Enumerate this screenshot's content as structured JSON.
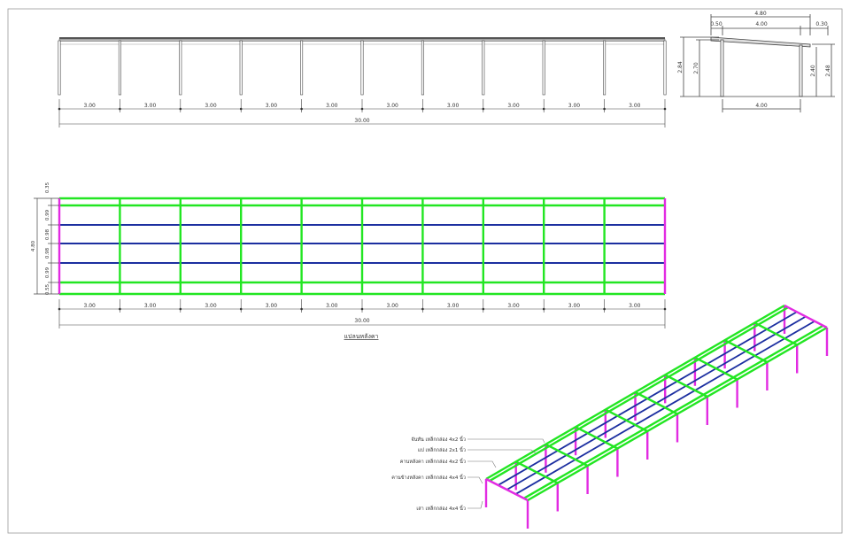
{
  "colors": {
    "purlin_green": "#22e622",
    "rafter_blue": "#1c2fa0",
    "post_magenta": "#e22be2",
    "line_black": "#333333"
  },
  "elevation": {
    "span_labels": [
      "3.00",
      "3.00",
      "3.00",
      "3.00",
      "3.00",
      "3.00",
      "3.00",
      "3.00",
      "3.00",
      "3.00"
    ],
    "total_label": "30.00"
  },
  "section": {
    "top_width": "4.80",
    "left_overhang": "0.50",
    "mid_width": "4.00",
    "right_overhang": "0.30",
    "left_height_outer": "2.84",
    "left_height_inner": "2.70",
    "right_height_inner": "2.40",
    "right_height_outer": "2.48",
    "bottom_width": "4.00"
  },
  "plan": {
    "side_total": "4.80",
    "side_segments": [
      "0.35",
      "0.99",
      "0.98",
      "0.98",
      "0.99",
      "0.55"
    ],
    "span_labels": [
      "3.00",
      "3.00",
      "3.00",
      "3.00",
      "3.00",
      "3.00",
      "3.00",
      "3.00",
      "3.00",
      "3.00"
    ],
    "total_label": "30.00",
    "title": "แปลนหลังคา"
  },
  "iso_legend": [
    "จันทัน  เหล็กกล่อง 4x2  นิ้ว",
    "แป  เหล็กกล่อง 2x1  นิ้ว",
    "คานหลังคา  เหล็กกล่อง 4x2  นิ้ว",
    "คานข้างหลังคา  เหล็กกล่อง 4x4  นิ้ว",
    "เสา  เหล็กกล่อง 4x4  นิ้ว"
  ]
}
